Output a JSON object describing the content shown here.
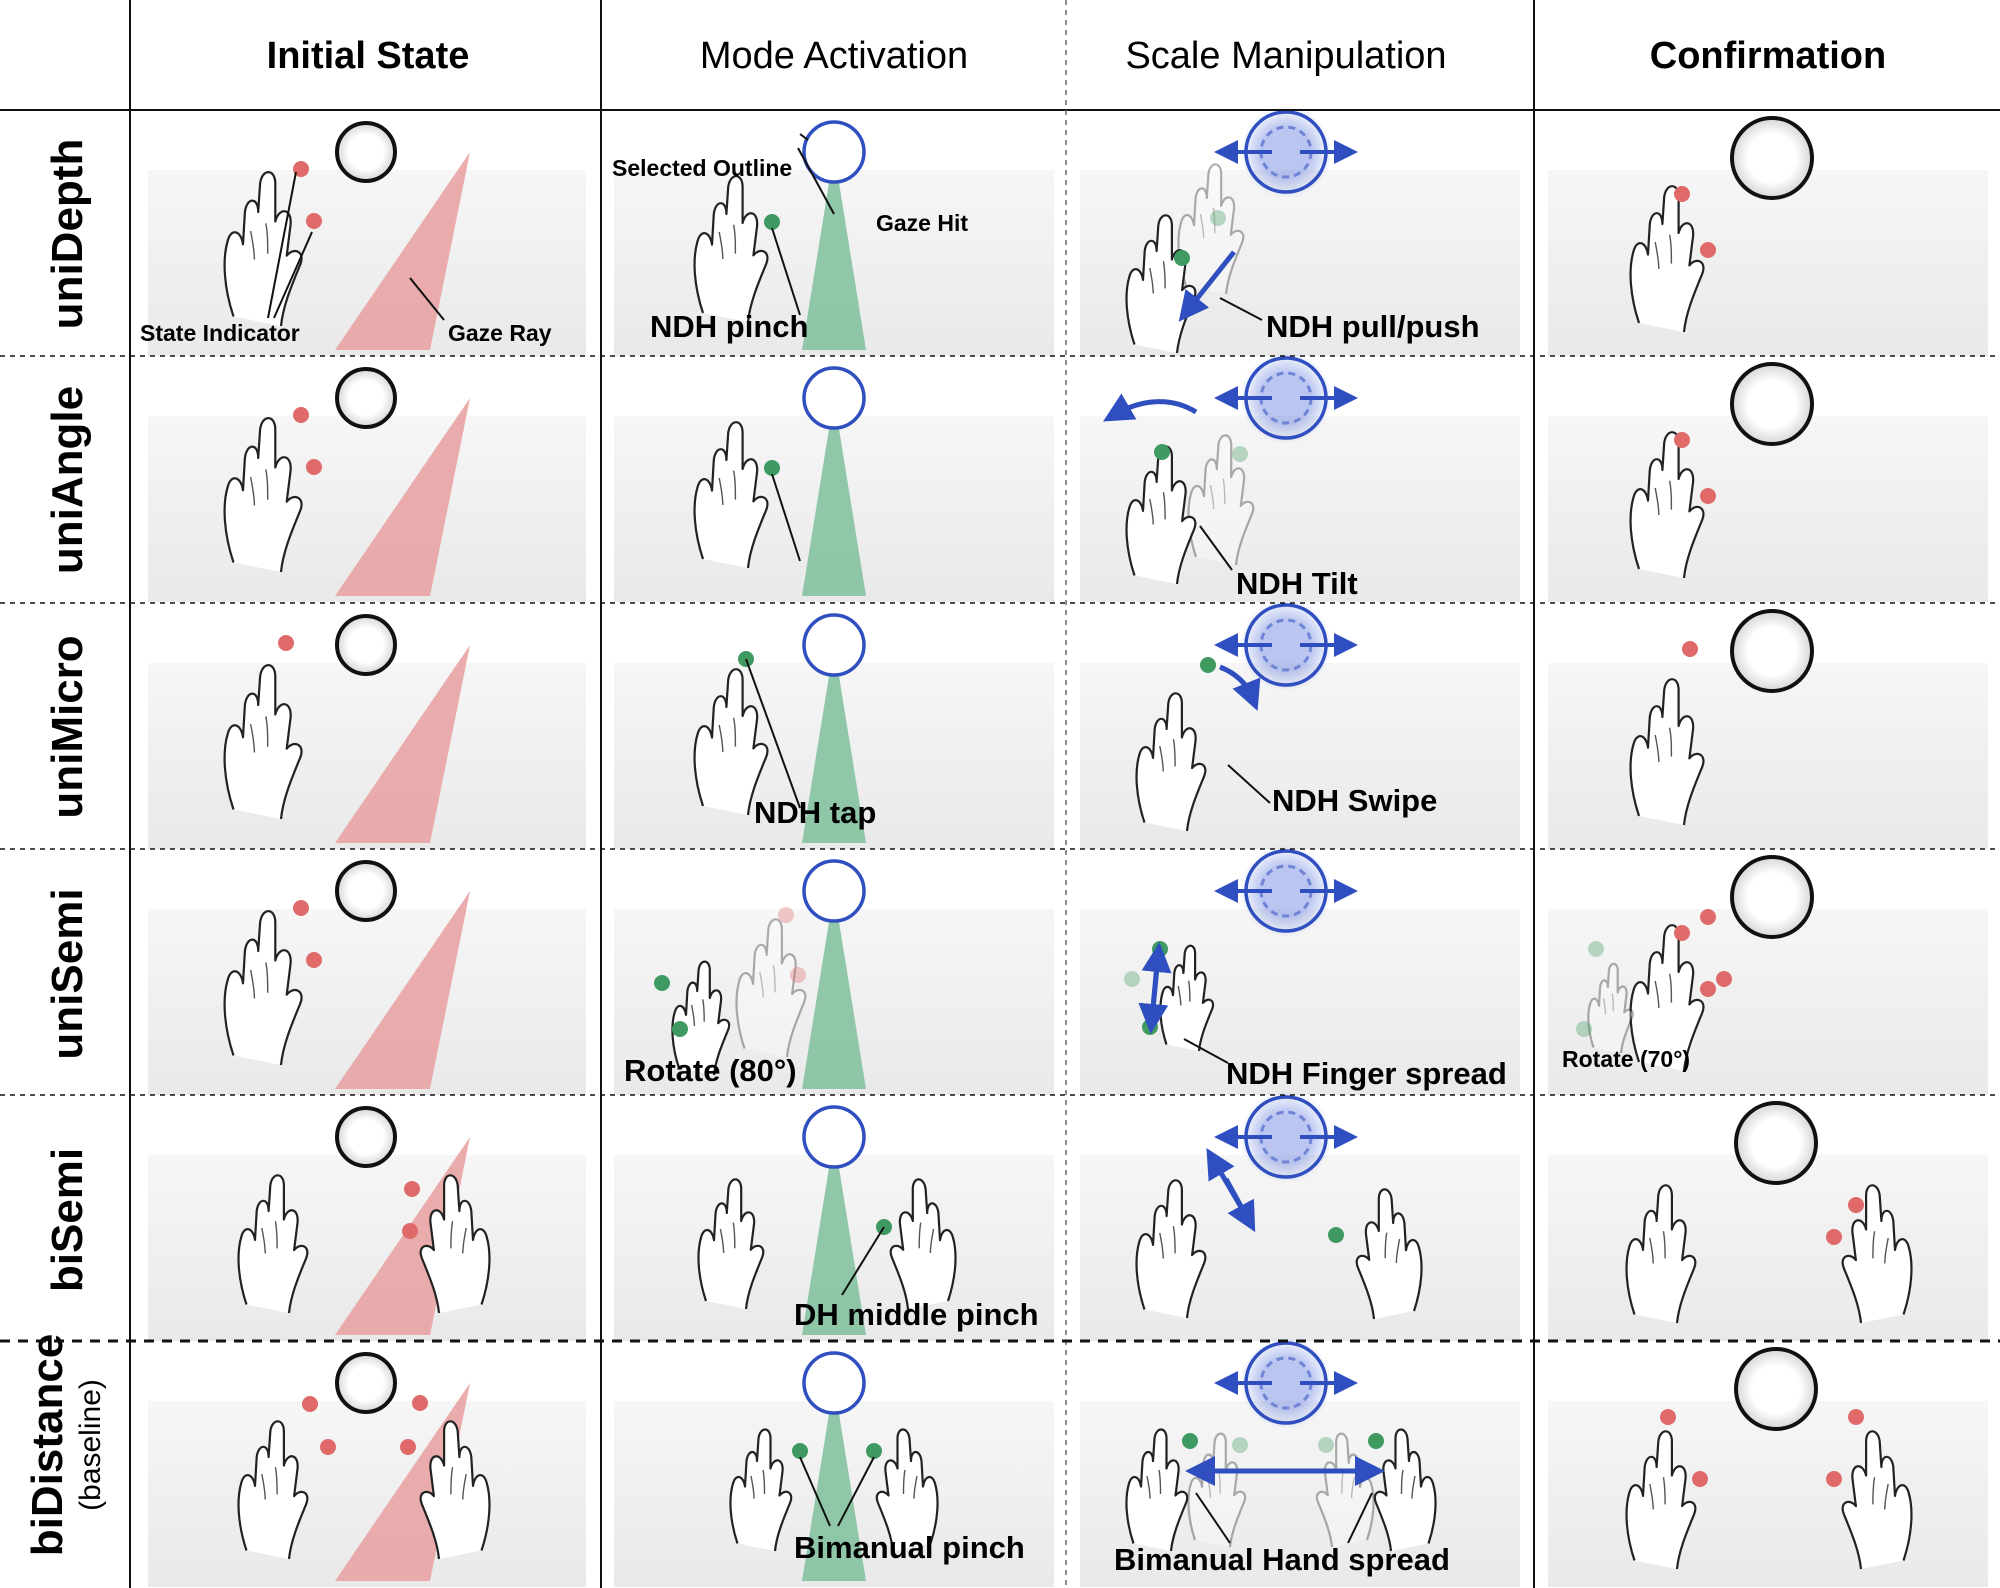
{
  "columns": [
    {
      "label": "Initial State",
      "bold": true
    },
    {
      "label": "Mode Activation",
      "bold": false
    },
    {
      "label": "Scale Manipulation",
      "bold": false
    },
    {
      "label": "Confirmation",
      "bold": true
    }
  ],
  "rows": [
    {
      "name": "uniDepth",
      "sub": ""
    },
    {
      "name": "uniAngle",
      "sub": ""
    },
    {
      "name": "uniMicro",
      "sub": ""
    },
    {
      "name": "uniSemi",
      "sub": ""
    },
    {
      "name": "biSemi",
      "sub": ""
    },
    {
      "name": "biDistance",
      "sub": "(baseline)"
    }
  ],
  "annotations": {
    "state_indicator": "State Indicator",
    "gaze_ray": "Gaze Ray",
    "selected_outline": "Selected Outline",
    "gaze_hit": "Gaze Hit",
    "ndh_pinch": "NDH pinch",
    "ndh_pull_push": "NDH pull/push",
    "ndh_tilt": "NDH Tilt",
    "ndh_tap": "NDH tap",
    "ndh_swipe": "NDH Swipe",
    "rotate_80": "Rotate (80°)",
    "ndh_finger_spread": "NDH Finger spread",
    "rotate_70": "Rotate (70°)",
    "dh_middle_pinch": "DH middle pinch",
    "bimanual_pinch": "Bimanual pinch",
    "bimanual_hand_spread": "Bimanual Hand spread"
  },
  "colors": {
    "ray_red": "#e8a3a3",
    "ray_green": "#84c2a0",
    "outline_blue": "#2f4fc0",
    "dot_red": "#e06a6a",
    "dot_green": "#3f9a62",
    "panel_gray": "#efefef",
    "rule_black": "#111111"
  },
  "icons": [
    "hand-icon",
    "target-sphere-icon",
    "gaze-ray-icon",
    "scale-arrow-icon"
  ]
}
